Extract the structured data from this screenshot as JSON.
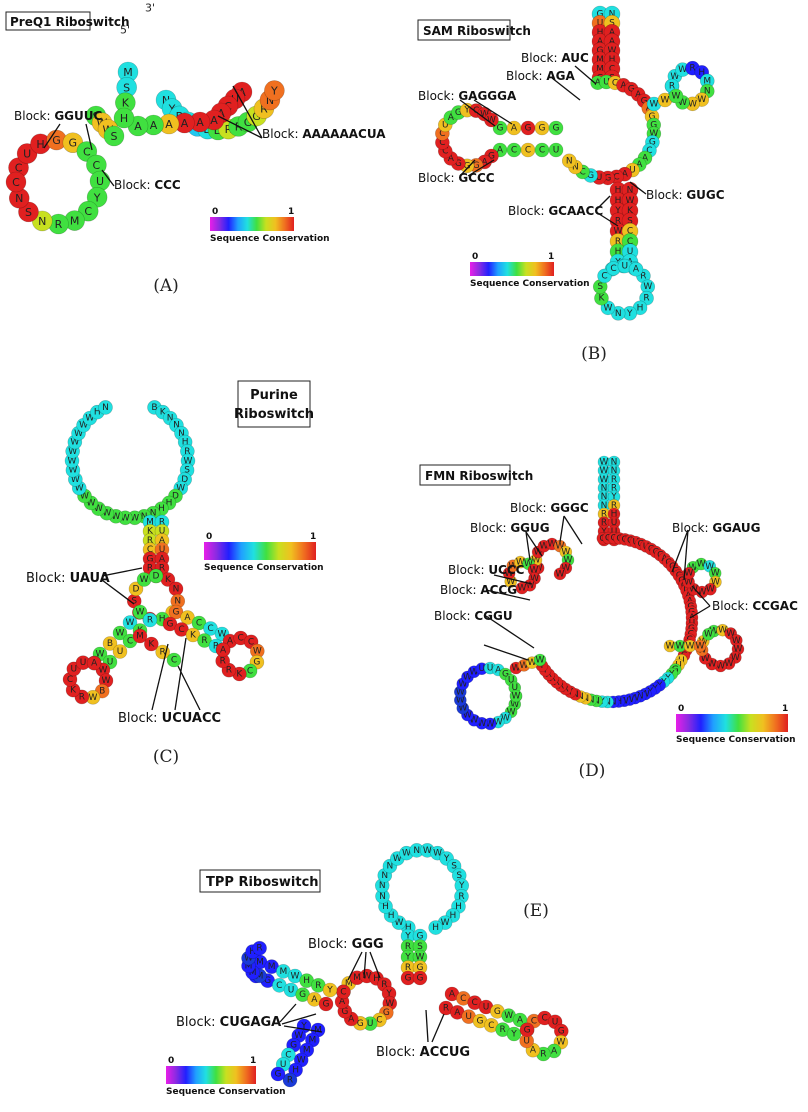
{
  "conservation_scale": {
    "min": "0",
    "max": "1",
    "label": "Sequence Conservation",
    "colors": [
      "#e81ee8",
      "#8a2be2",
      "#2020ff",
      "#20a0ff",
      "#20e0e0",
      "#40e040",
      "#c8e020",
      "#f0c020",
      "#f07020",
      "#e02020"
    ]
  },
  "panels": [
    {
      "id": "A",
      "label": "(A)",
      "title": "PreQ1 Riboswitch",
      "blocks": [
        "GGUUC",
        "CCC",
        "AAAAAACUA"
      ]
    },
    {
      "id": "B",
      "label": "(B)",
      "title": "SAM Riboswitch",
      "blocks": [
        "AUC",
        "AGA",
        "GAGGGA",
        "GCCC",
        "GUGC",
        "GCAACC"
      ]
    },
    {
      "id": "C",
      "label": "(C)",
      "title_lines": [
        "Purine",
        "Riboswitch"
      ],
      "blocks": [
        "UAUA",
        "UCUACC"
      ]
    },
    {
      "id": "D",
      "label": "(D)",
      "title": "FMN Riboswitch",
      "blocks": [
        "GGGC",
        "GGUG",
        "GGAUG",
        "UCCC",
        "ACCG",
        "CCGAC",
        "CGGU"
      ]
    },
    {
      "id": "E",
      "label": "(E)",
      "title": "TPP Riboswitch",
      "blocks": [
        "GGG",
        "CUGAGA",
        "ACCUG"
      ]
    }
  ],
  "block_prefix": "Block: ",
  "sequences": {
    "A_stemL": "SWWS",
    "A_stemR": "MSKH",
    "A_top": "NYBKKDDRRGGR",
    "A_red": "AUCAAAAAAW",
    "A_loop": "CUHGGCCUYCMRNSN",
    "A_5p": "5'",
    "A_3p": "3'",
    "B_stem": "GUHAGMMGNSAAWHCSGNUU",
    "B_loop1": "WWWRHMNW",
    "B_ring": "AUCAGAGAGGWGCAAUACGUGCNNWKSRRMM",
    "B_left": "GAGGGACCCUAGYCWWNG",
    "B_bottom": "HHYRWRHYNWKSCCUA",
    "C_ring": "BKNNNHRWSDWDHHNNWWWWWWWWWWWWWWWWHNB",
    "C_stem": "MKRCGRUAUA",
    "C_left": "WWWBWRKCUUAGUCAUKRKB",
    "C_right": "GACCWGCKRRAAGUNYWR",
    "D_stem": "WWWNNNRRYRHUUW",
    "D_ring": "GGGCGGUGUCCCACCGCGGUAAGGAUGCCGACUUGYYYYYYWNWWWHNNYNNNNNYRRRRRYYYYYYNNN",
    "D_loops": "WWWWWWWWWWWWWWWUUAGUUWWRRYKUGCWG",
    "E_top": "HWHHNNNNWWNWWYSSYRH",
    "E_stem": "YRYRGSWG",
    "E_left": "MMMWHRYWGCUGAGACCNNRRH",
    "E_right": "ACCUGWARAUGCRYRUAKMM"
  }
}
